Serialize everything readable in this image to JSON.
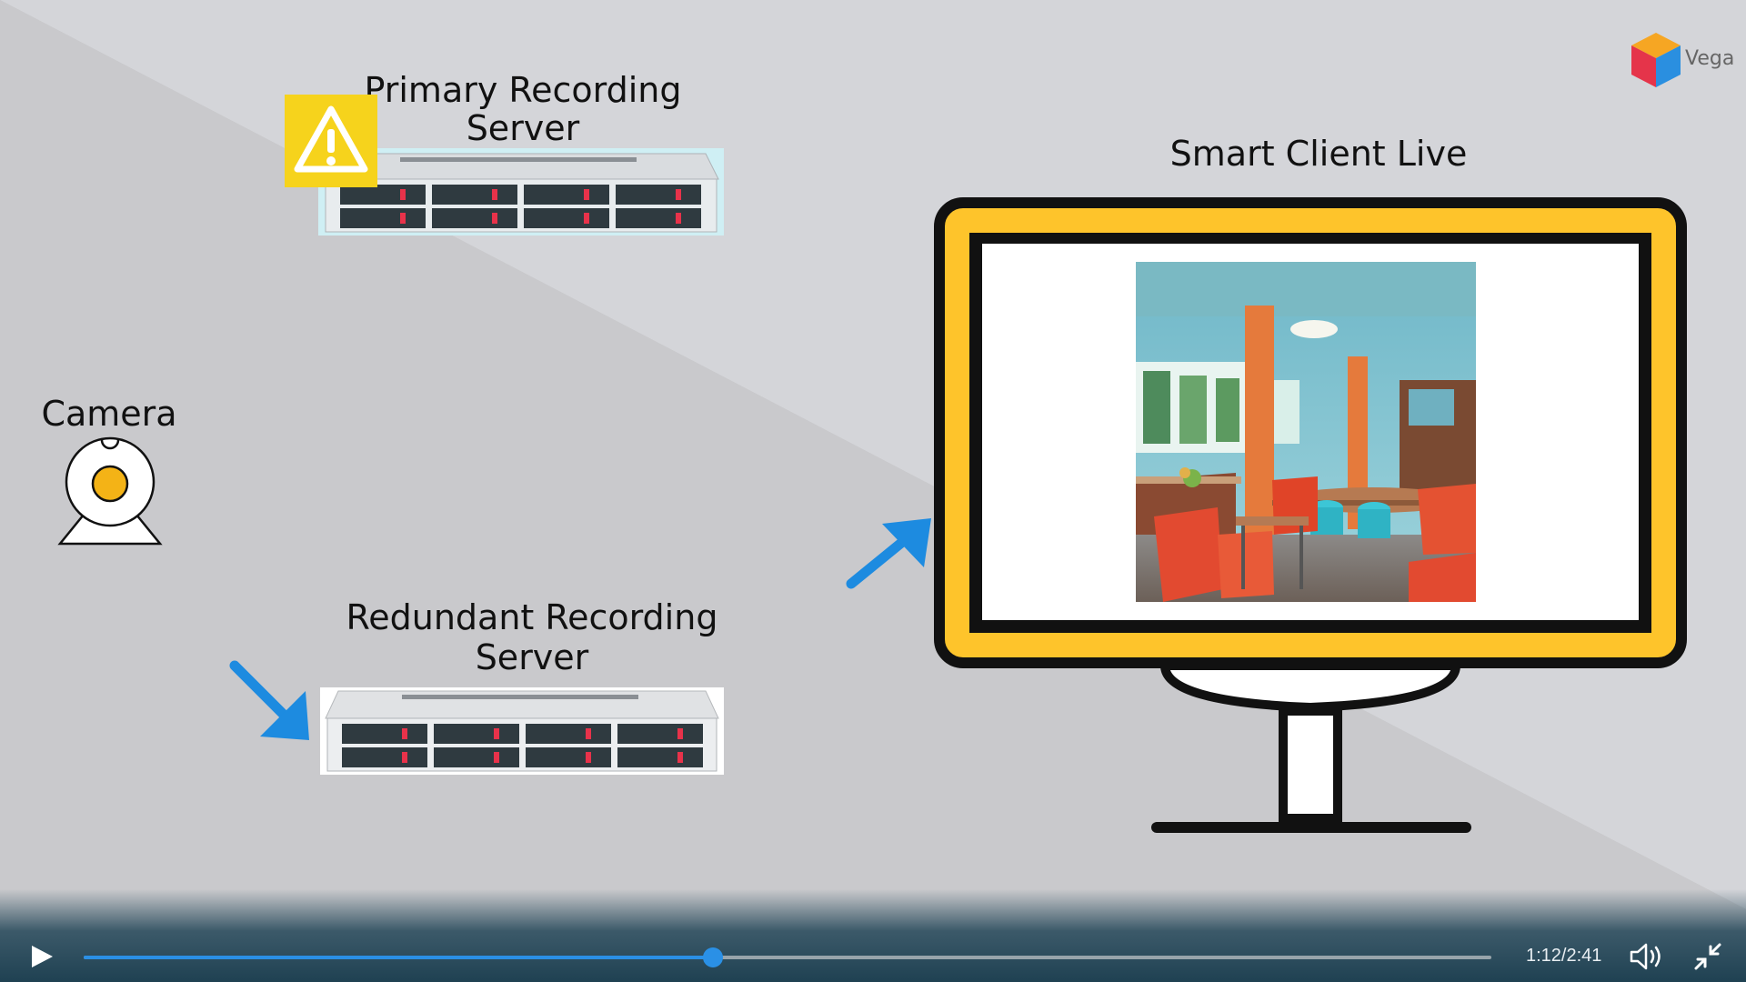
{
  "scene": {
    "labels": {
      "primary_line1": "Primary Recording",
      "primary_line2": "Server",
      "redundant_line1": "Redundant Recording",
      "redundant_line2": "Server",
      "camera": "Camera",
      "smart_client": "Smart Client Live"
    },
    "brand": {
      "name": "Vega"
    },
    "colors": {
      "monitor_frame": "#fec42b",
      "warning": "#f6d31c",
      "arrow": "#1d8be0",
      "camera_lens": "#f4b316",
      "server_led": "#e8324a"
    },
    "icons": [
      "warning-icon",
      "camera-icon",
      "arrow-icon",
      "vega-logo-icon",
      "monitor-icon",
      "server-icon"
    ]
  },
  "player": {
    "progress": 0.447,
    "time": "1:12/2:41",
    "icons": {
      "play": "play-icon",
      "volume": "volume-icon",
      "fullscreen": "exit-fullscreen-icon"
    }
  }
}
